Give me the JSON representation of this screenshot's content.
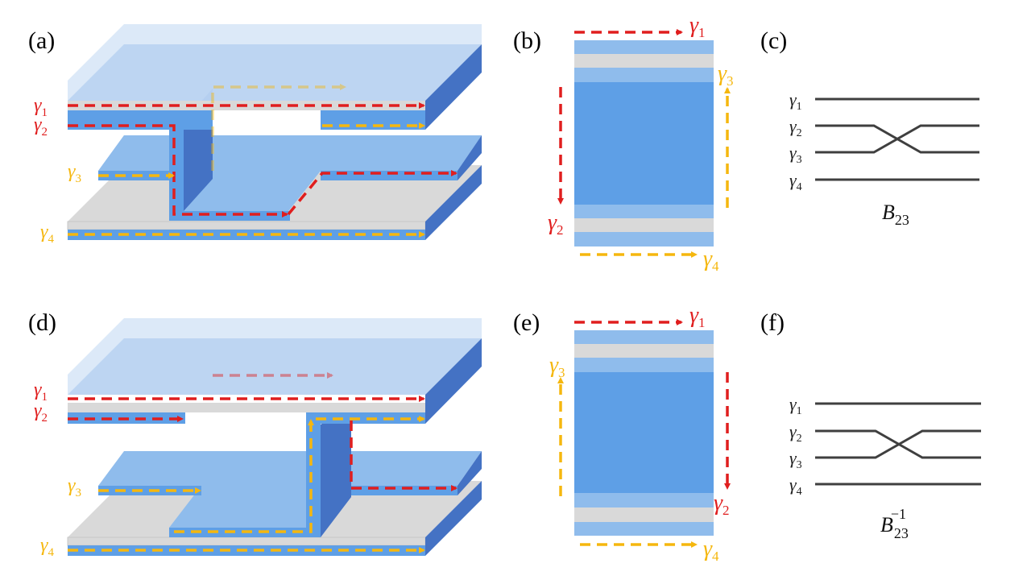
{
  "colors": {
    "red": "#e01e1e",
    "yellow": "#f5b70e",
    "blue": "#5e9fe6",
    "light_blue": "#8fbcec",
    "dark_blue": "#4472c4",
    "gray": "#d9d9d9",
    "wire": "#3f3f3f"
  },
  "panels": {
    "a": "(a)",
    "b": "(b)",
    "c": "(c)",
    "d": "(d)",
    "e": "(e)",
    "f": "(f)"
  },
  "gamma": {
    "letter": "γ",
    "s1": "1",
    "s2": "2",
    "s3": "3",
    "s4": "4"
  },
  "braid": {
    "c_base": "B",
    "c_sub": "23",
    "f_base": "B",
    "f_sub": "23",
    "f_sup": "−1"
  }
}
